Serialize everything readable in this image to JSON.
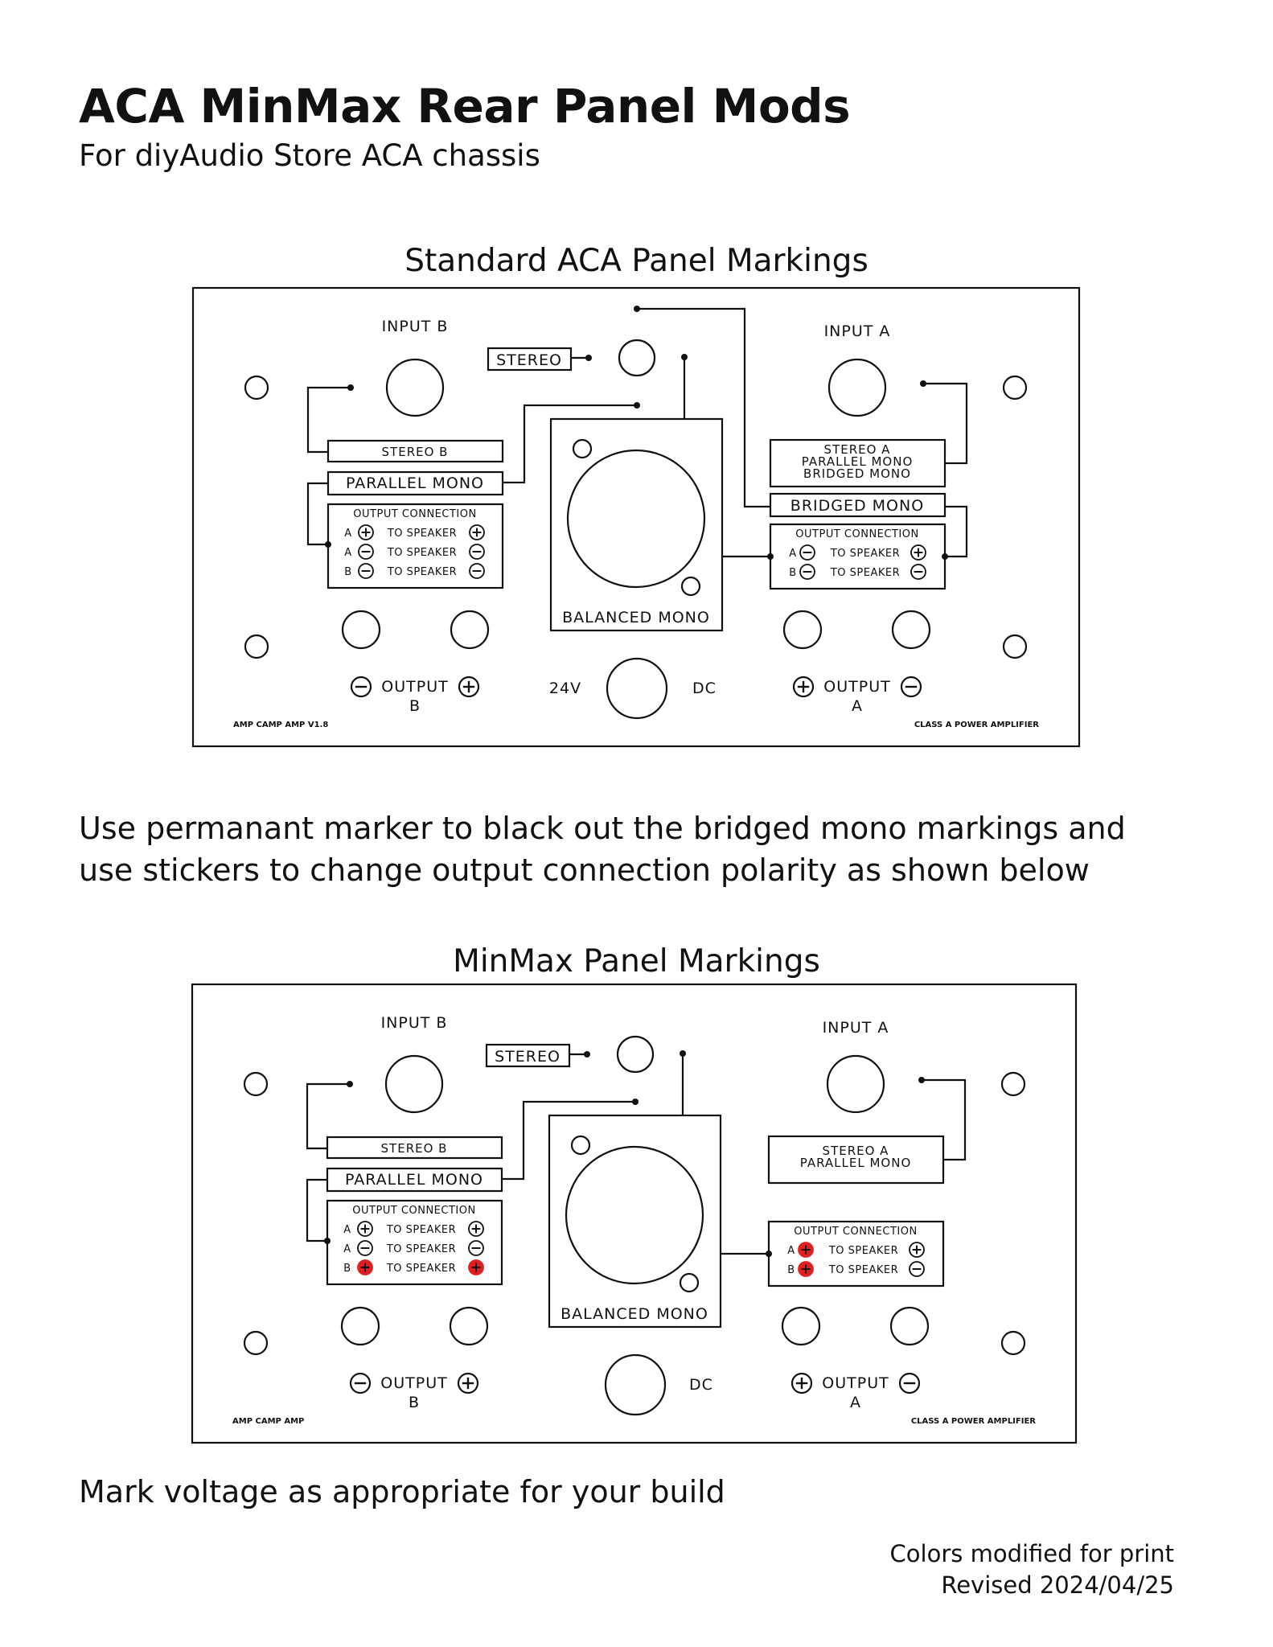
{
  "header": {
    "title": "ACA MinMax Rear Panel Mods",
    "subtitle": "For diyAudio Store ACA chassis"
  },
  "standard_panel": {
    "heading": "Standard ACA Panel Markings",
    "input_b": "INPUT B",
    "input_a": "INPUT A",
    "stereo": "STEREO",
    "stereo_b": "STEREO B",
    "parallel_mono": "PARALLEL MONO",
    "stereo_a_block": [
      "STEREO A",
      "PARALLEL MONO",
      "BRIDGED MONO"
    ],
    "bridged_mono": "BRIDGED MONO",
    "balanced_mono": "BALANCED MONO",
    "output_connection": "OUTPUT CONNECTION",
    "to_speaker": "TO SPEAKER",
    "left_rows": [
      {
        "ch": "A",
        "amp": "+",
        "spk": "+"
      },
      {
        "ch": "A",
        "amp": "-",
        "spk": "-"
      },
      {
        "ch": "B",
        "amp": "-",
        "spk": "-"
      }
    ],
    "right_rows": [
      {
        "ch": "A",
        "amp": "-",
        "spk": "+"
      },
      {
        "ch": "B",
        "amp": "-",
        "spk": "-"
      }
    ],
    "output_b": "OUTPUT",
    "output_b_ch": "B",
    "output_a": "OUTPUT",
    "output_a_ch": "A",
    "voltage": "24V",
    "dc": "DC",
    "footer_left": "AMP CAMP AMP V1.8",
    "footer_right": "CLASS A POWER AMPLIFIER"
  },
  "instruction_1": [
    "Use permanant marker to black out the bridged mono markings and",
    "use stickers to change output connection polarity as shown below"
  ],
  "minmax_panel": {
    "heading": "MinMax Panel Markings",
    "input_b": "INPUT B",
    "input_a": "INPUT A",
    "stereo": "STEREO",
    "stereo_b": "STEREO B",
    "parallel_mono": "PARALLEL MONO",
    "stereo_a_block": [
      "STEREO A",
      "PARALLEL MONO"
    ],
    "balanced_mono": "BALANCED MONO",
    "output_connection": "OUTPUT CONNECTION",
    "to_speaker": "TO SPEAKER",
    "left_rows": [
      {
        "ch": "A",
        "amp": "+",
        "spk": "+",
        "sticker_amp": false,
        "sticker_spk": false
      },
      {
        "ch": "A",
        "amp": "-",
        "spk": "-",
        "sticker_amp": false,
        "sticker_spk": false
      },
      {
        "ch": "B",
        "amp": "+",
        "spk": "+",
        "sticker_amp": true,
        "sticker_spk": true
      }
    ],
    "right_rows": [
      {
        "ch": "A",
        "amp": "+",
        "spk": "+",
        "sticker_amp": true,
        "sticker_spk": false
      },
      {
        "ch": "B",
        "amp": "+",
        "spk": "-",
        "sticker_amp": true,
        "sticker_spk": false
      }
    ],
    "output_b": "OUTPUT",
    "output_b_ch": "B",
    "output_a": "OUTPUT",
    "output_a_ch": "A",
    "dc": "DC",
    "footer_left": "AMP CAMP AMP",
    "footer_right": "CLASS A POWER AMPLIFIER"
  },
  "instruction_2": "Mark voltage as appropriate for your build",
  "footer": {
    "line1": "Colors modified for print",
    "line2": "Revised 2024/04/25"
  },
  "colors": {
    "ink": "#111111",
    "sticker": "#e02020",
    "background": "#ffffff"
  }
}
